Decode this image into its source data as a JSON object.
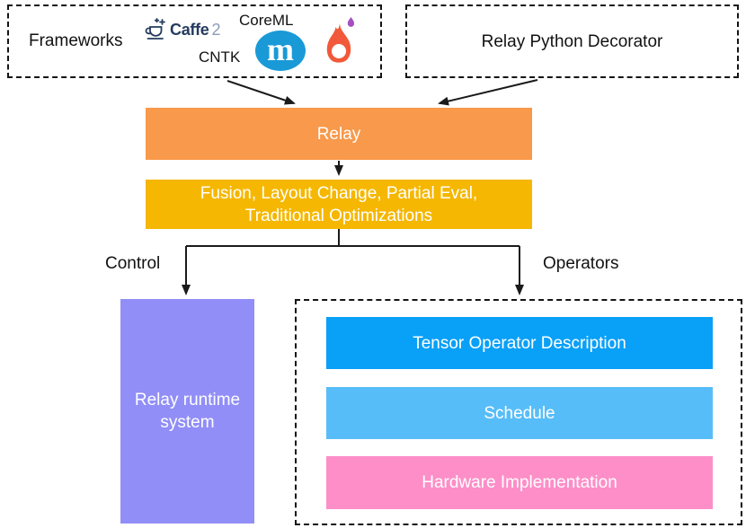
{
  "colors": {
    "relay_orange": "#F8994B",
    "fusion_yellow": "#F5B701",
    "runtime_purple": "#918EF8",
    "tensor_blue": "#09A0F7",
    "schedule_blue": "#57BDF8",
    "hardware_pink": "#FD8EC8",
    "mxnet_blue": "#199AD7",
    "flame_orange": "#F1593A",
    "flame_drop_purple": "#A64EC2",
    "caffe_navy": "#253C5F",
    "caffe_suffix_gray": "#8C9CB8",
    "box_text_white": "#FFFFFF"
  },
  "frameworks": {
    "label": "Frameworks",
    "caffe2_word": "Caffe",
    "caffe2_suffix": "2",
    "cntk": "CNTK",
    "coreml": "CoreML",
    "mxnet_letter": "m"
  },
  "decorator": {
    "label": "Relay Python Decorator"
  },
  "relay": {
    "label": "Relay"
  },
  "fusion": {
    "line1": "Fusion, Layout Change, Partial Eval,",
    "line2": "Traditional Optimizations"
  },
  "branches": {
    "left_label": "Control",
    "right_label": "Operators"
  },
  "runtime": {
    "label": "Relay runtime system"
  },
  "operators_group": {
    "tensor": "Tensor Operator Description",
    "schedule": "Schedule",
    "hardware": "Hardware Implementation"
  }
}
